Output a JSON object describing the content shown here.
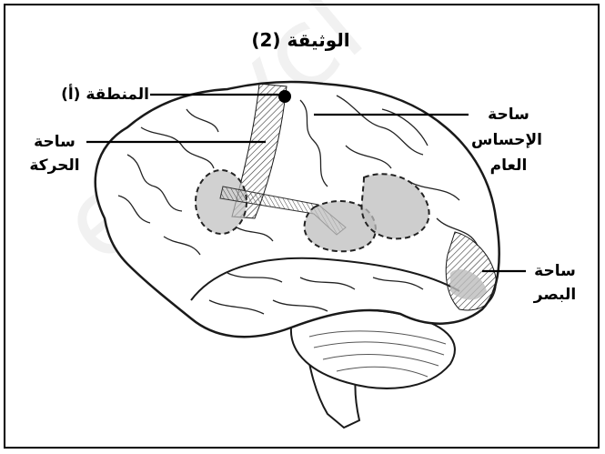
{
  "document": {
    "title": "الوثيقة (2)"
  },
  "labels": {
    "area_a": "المنطقة (أ)",
    "motor_line1": "ساحة",
    "motor_line2": "الحركة",
    "sensory_line1": "ساحة",
    "sensory_line2": "الإحساس",
    "sensory_line3": "العام",
    "visual_line1": "ساحة",
    "visual_line2": "البصر"
  },
  "watermark": "encycl",
  "colors": {
    "border": "#000000",
    "shaded_area": "#bdbdbd",
    "brain_outline": "#1a1a1a"
  }
}
